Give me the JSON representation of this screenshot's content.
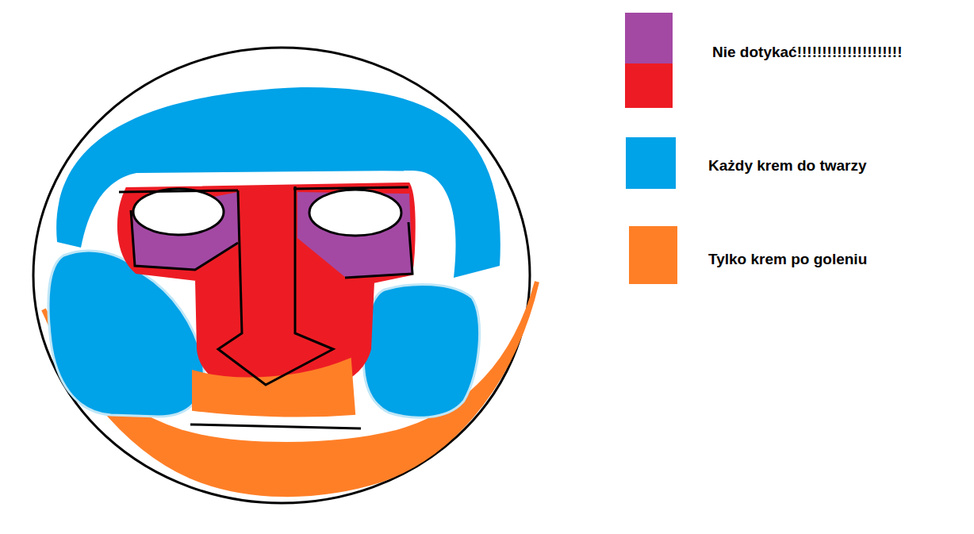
{
  "diagram": {
    "legend": [
      {
        "text": "Nie dotykać!!!!!!!!!!!!!!!!!!!!!",
        "color": "#a349a4"
      },
      {
        "text": "Każdy krem do twarzy",
        "color": "#00a2e8"
      },
      {
        "text": "Tylko krem po goleniu",
        "color": "#ff7f27"
      }
    ]
  }
}
